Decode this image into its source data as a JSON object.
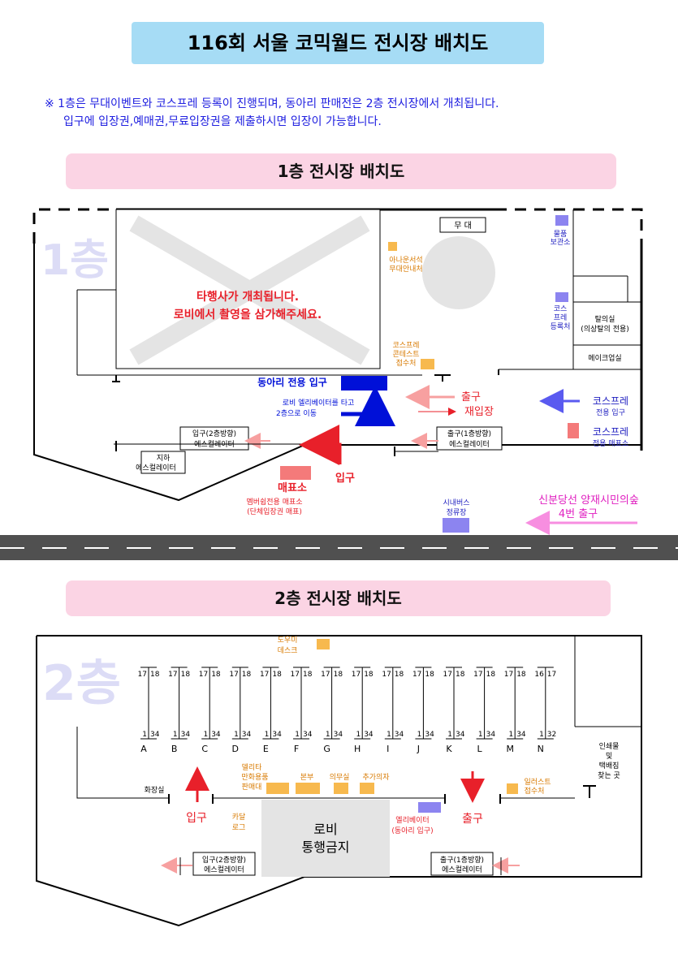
{
  "title": "116회 서울 코믹월드 전시장 배치도",
  "notice": {
    "line1": "※ 1층은 무대이벤트와 코스프레 등록이 진행되며, 동아리 판매전은 2층 전시장에서 개최됩니다.",
    "line2": "입구에 입장권,예매권,무료입장권을 제출하시면 입장이 가능합니다."
  },
  "colors": {
    "title_bg": "#a6dcf5",
    "banner_bg": "#fbd4e4",
    "red": "#e8202a",
    "blue": "#0010d8",
    "orange": "#f7b94e",
    "purple": "#8c84f0",
    "pink_arrow": "#f78ee0",
    "road": "#505050",
    "salmon": "#f47a7a"
  },
  "floor1": {
    "banner": "1층 전시장 배치도",
    "watermark": "1층",
    "hall_notice": [
      "타행사가  개최됩니다.",
      "로비에서  촬영을  삼가해주세요."
    ],
    "stage": "무 대",
    "announcer_desk": [
      "아나운서석",
      "무대안내처"
    ],
    "storage": [
      "물품",
      "보관소"
    ],
    "cos_register": [
      "코스",
      "프레",
      "등록처"
    ],
    "dressing_room": [
      "탈의실",
      "(의상탈의 전용)"
    ],
    "makeup_room": "메이크업실",
    "cos_contest": [
      "코스프레",
      "콘테스트",
      "접수처"
    ],
    "club_entrance": "동아리 전용 입구",
    "lobby_elevator": [
      "로비 엘리베이터를 타고",
      "2층으로 이동"
    ],
    "exit": "출구",
    "reentry": "재입장",
    "cos_entrance": [
      "코스프레",
      "전용 입구"
    ],
    "cos_ticket": [
      "코스프레",
      "전용 매표소"
    ],
    "escalator_up": [
      "입구(2층방향)",
      "에스컬레이터"
    ],
    "escalator_down": [
      "출구(1층방향)",
      "에스컬레이터"
    ],
    "basement_escalator": [
      "지하",
      "에스컬레이터"
    ],
    "entrance": "입구",
    "ticket_office": "매표소",
    "ticket_office_note": [
      "멤버쉽전용 매표소",
      "(단체입장권 매표)"
    ],
    "bus_stop": [
      "시내버스",
      "정류장"
    ],
    "subway": [
      "신분당선 양재시민의숲",
      "4번 출구"
    ]
  },
  "floor2": {
    "banner": "2층 전시장 배치도",
    "watermark": "2층",
    "helper_desk": [
      "도우미",
      "데스크"
    ],
    "rows": [
      {
        "letter": "A",
        "top": [
          "17",
          "18"
        ],
        "bottom": [
          "1",
          "34"
        ]
      },
      {
        "letter": "B",
        "top": [
          "17",
          "18"
        ],
        "bottom": [
          "1",
          "34"
        ]
      },
      {
        "letter": "C",
        "top": [
          "17",
          "18"
        ],
        "bottom": [
          "1",
          "34"
        ]
      },
      {
        "letter": "D",
        "top": [
          "17",
          "18"
        ],
        "bottom": [
          "1",
          "34"
        ]
      },
      {
        "letter": "E",
        "top": [
          "17",
          "18"
        ],
        "bottom": [
          "1",
          "34"
        ]
      },
      {
        "letter": "F",
        "top": [
          "17",
          "18"
        ],
        "bottom": [
          "1",
          "34"
        ]
      },
      {
        "letter": "G",
        "top": [
          "17",
          "18"
        ],
        "bottom": [
          "1",
          "34"
        ]
      },
      {
        "letter": "H",
        "top": [
          "17",
          "18"
        ],
        "bottom": [
          "1",
          "34"
        ]
      },
      {
        "letter": "I",
        "top": [
          "17",
          "18"
        ],
        "bottom": [
          "1",
          "34"
        ]
      },
      {
        "letter": "J",
        "top": [
          "17",
          "18"
        ],
        "bottom": [
          "1",
          "34"
        ]
      },
      {
        "letter": "K",
        "top": [
          "17",
          "18"
        ],
        "bottom": [
          "1",
          "34"
        ]
      },
      {
        "letter": "L",
        "top": [
          "17",
          "18"
        ],
        "bottom": [
          "1",
          "34"
        ]
      },
      {
        "letter": "M",
        "top": [
          "17",
          "18"
        ],
        "bottom": [
          "1",
          "34"
        ]
      },
      {
        "letter": "N",
        "top": [
          "16",
          "17"
        ],
        "bottom": [
          "1",
          "32"
        ]
      }
    ],
    "print_pickup": [
      "인쇄물",
      "및",
      "택배짐",
      "찾는 곳"
    ],
    "delita_goods": [
      "델리타",
      "만화용품",
      "판매대"
    ],
    "hq": "본부",
    "medical": "의무실",
    "extra_chairs": "추가의자",
    "illust_desk": [
      "일러스트",
      "접수처"
    ],
    "restroom": "화장실",
    "entrance": "입구",
    "exit": "출구",
    "catalog": [
      "카달",
      "로그"
    ],
    "lobby": [
      "로비",
      "통행금지"
    ],
    "elevator": [
      "엘리베이터",
      "(동아리 입구)"
    ],
    "escalator_up": [
      "입구(2층방향)",
      "에스컬레이터"
    ],
    "escalator_down": [
      "출구(1층방향)",
      "에스컬레이터"
    ]
  }
}
